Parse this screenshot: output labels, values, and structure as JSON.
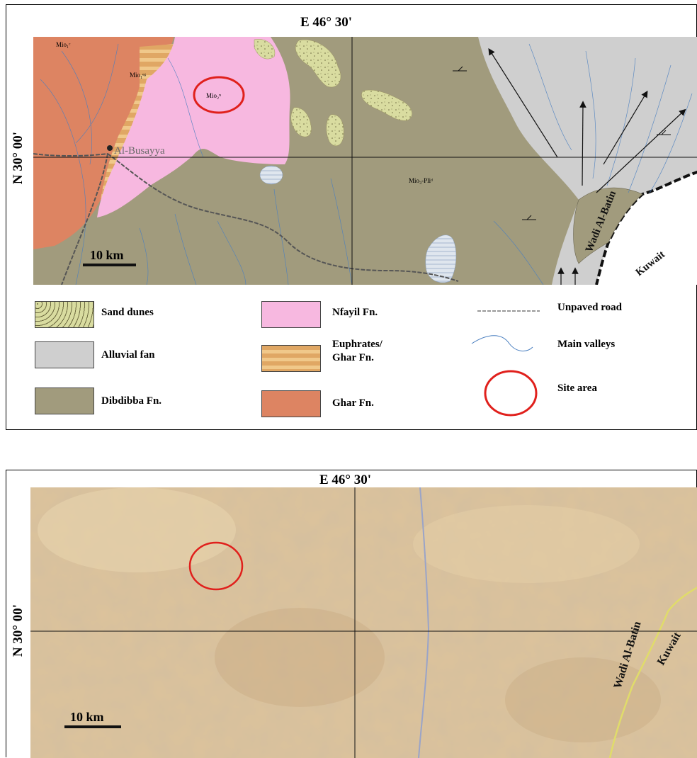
{
  "top_map": {
    "longitude_label": "E 46° 30'",
    "latitude_label": "N 30° 00'",
    "scale_label": "10 km",
    "place_labels": {
      "al_busayya": "Al-Busayya",
      "wadi_al_batin": "Wadi Al-Batin",
      "kuwait": "Kuwait"
    },
    "unit_labels": {
      "mio_top_left": "Mio₁ᶜ",
      "mio_eg": "Mio₁ᵉᵍ",
      "mio_nf": "Mio₂ⁿ",
      "mio_pli": "Mio₃-Pliᵈ"
    },
    "legend": [
      {
        "label": "Sand dunes",
        "color": "#d9dca0"
      },
      {
        "label": "Alluvial fan",
        "color": "#cfcfcf"
      },
      {
        "label": "Dibdibba Fn.",
        "color": "#a19b7d"
      },
      {
        "label": "Nfayil Fn.",
        "color": "#f7b8e0"
      },
      {
        "label": "Euphrates/\nGhar Fn.",
        "color": "#e0a764"
      },
      {
        "label": "Ghar Fn.",
        "color": "#dd8462"
      },
      {
        "label": "Unpaved road"
      },
      {
        "label": "Main valleys"
      },
      {
        "label": "Site area"
      }
    ]
  },
  "bottom_map": {
    "longitude_label": "E 46° 30'",
    "latitude_label": "N 30° 00'",
    "scale_label": "10 km",
    "place_labels": {
      "wadi_al_batin": "Wadi Al-Batin",
      "kuwait": "Kuwait"
    }
  },
  "colors": {
    "site_circle": "#e0201c",
    "valley": "#4a7fc0",
    "imagery_base": "#ddc39b",
    "border": "#1a1a1a"
  }
}
